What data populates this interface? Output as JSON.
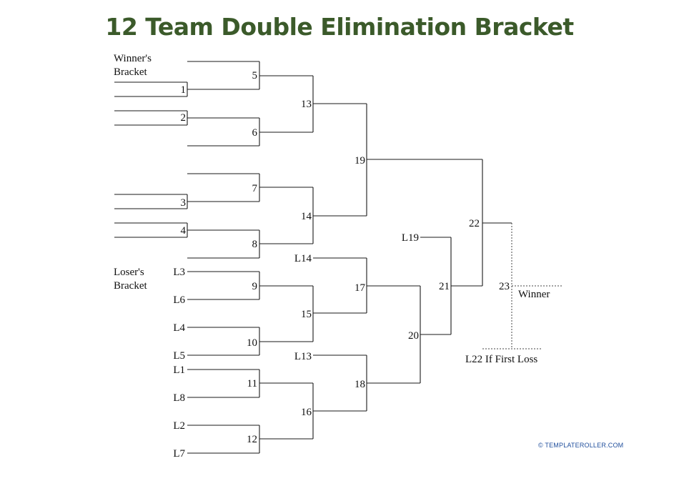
{
  "title": "12 Team Double Elimination Bracket",
  "sections": {
    "winners": [
      "Winner's",
      "Bracket"
    ],
    "losers": [
      "Loser's",
      "Bracket"
    ]
  },
  "seeds": {
    "s1": "1",
    "s2": "2",
    "s3": "3",
    "s4": "4"
  },
  "games": {
    "g5": "5",
    "g6": "6",
    "g7": "7",
    "g8": "8",
    "g9": "9",
    "g10": "10",
    "g11": "11",
    "g12": "12",
    "g13": "13",
    "g14": "14",
    "g15": "15",
    "g16": "16",
    "g17": "17",
    "g18": "18",
    "g19": "19",
    "g20": "20",
    "g21": "21",
    "g22": "22",
    "g23": "23"
  },
  "loser_slots": {
    "l3": "L3",
    "l6": "L6",
    "l4": "L4",
    "l5": "L5",
    "l1": "L1",
    "l8": "L8",
    "l2": "L2",
    "l7": "L7",
    "l14": "L14",
    "l13": "L13",
    "l19": "L19"
  },
  "final": {
    "winner": "Winner",
    "if_first_loss": "L22 If First Loss"
  },
  "credit": {
    "symbol": "©",
    "site": "TEMPLATEROLLER.COM"
  }
}
